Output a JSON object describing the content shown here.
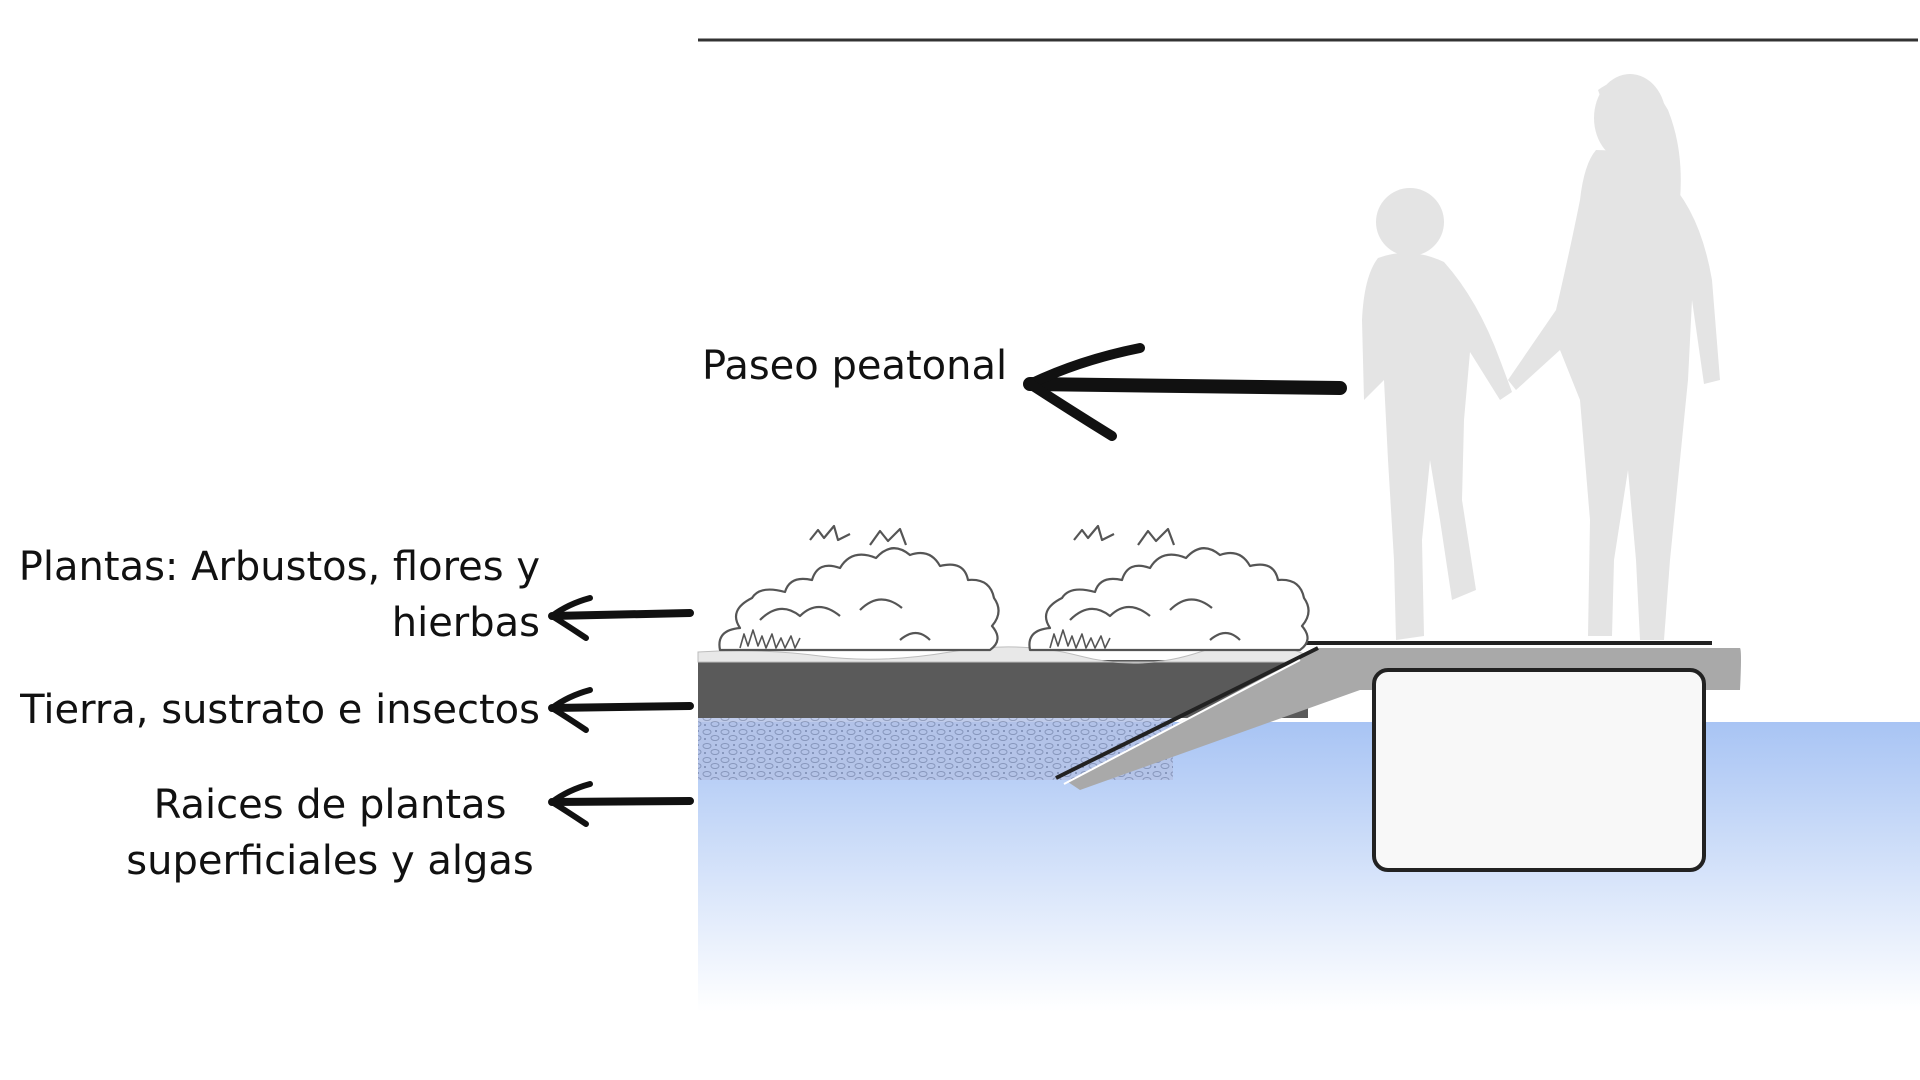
{
  "colors": {
    "water_top": "#a8c4f4",
    "water_bottom": "#ffffff",
    "soil": "#5a5a5a",
    "gravel": "#9aa7c8",
    "dock": "#a9a9a9",
    "float": "#f8f8f8",
    "silhouette": "#e4e4e4",
    "arrow": "#111111"
  },
  "labels": {
    "walkway": "Paseo peatonal",
    "plants_line1": "Plantas: Arbustos, flores y",
    "plants_line2": "hierbas",
    "soil": "Tierra, sustrato e insectos",
    "roots_line1": "Raices de plantas",
    "roots_line2": "superficiales y algas"
  }
}
